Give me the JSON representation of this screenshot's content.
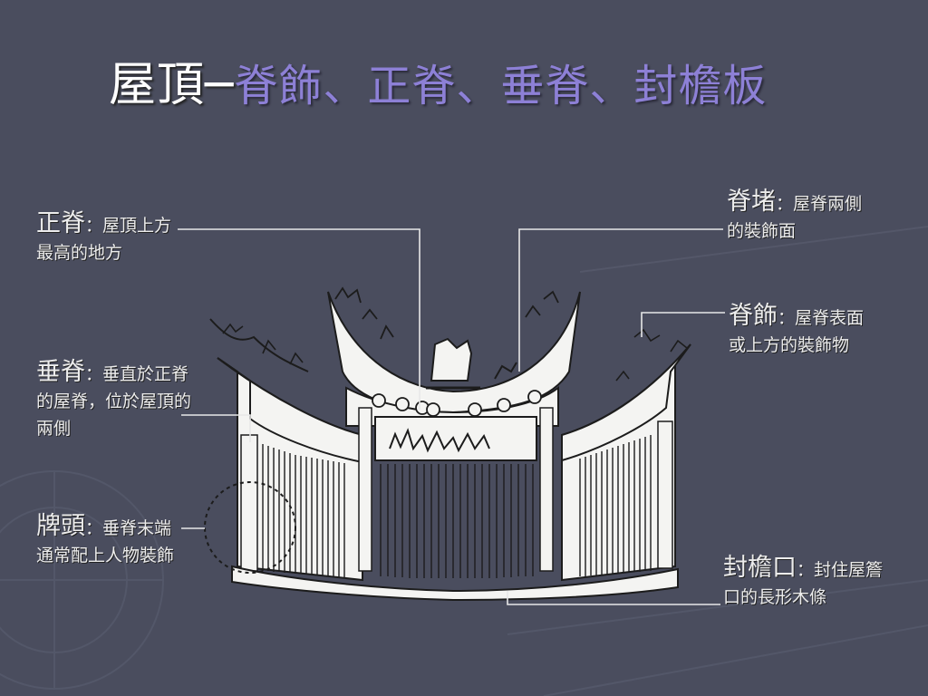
{
  "title": {
    "main": "屋頂─",
    "sub": "脊飾、正脊、垂脊、封檐板"
  },
  "labels": [
    {
      "id": "zhengji",
      "term": "正脊",
      "desc1": "：屋頂上方",
      "desc2": "最高的地方"
    },
    {
      "id": "chuiji",
      "term": "垂脊",
      "desc1": "：垂直於正脊",
      "desc2": "的屋脊，位於屋頂的",
      "desc3": "兩側"
    },
    {
      "id": "paitou",
      "term": "牌頭",
      "desc1": "：垂脊末端",
      "desc2": "通常配上人物裝飾"
    },
    {
      "id": "jidu",
      "term": "脊堵",
      "desc1": "：屋脊兩側",
      "desc2": "的裝飾面"
    },
    {
      "id": "jishi",
      "term": "脊飾",
      "desc1": "：屋脊表面",
      "desc2": "或上方的裝飾物"
    },
    {
      "id": "fengyankou",
      "term": "封檐口",
      "desc1": "：封住屋簷",
      "desc2": "口的長形木條"
    }
  ],
  "colors": {
    "background": "#4a4d5e",
    "title_main": "#ffffff",
    "title_sub": "#8d80d6",
    "label_text": "#ececec",
    "leader_line": "#e8e8e8",
    "roof_fill": "#f4f4f2",
    "roof_stroke": "#1c1c1c"
  }
}
